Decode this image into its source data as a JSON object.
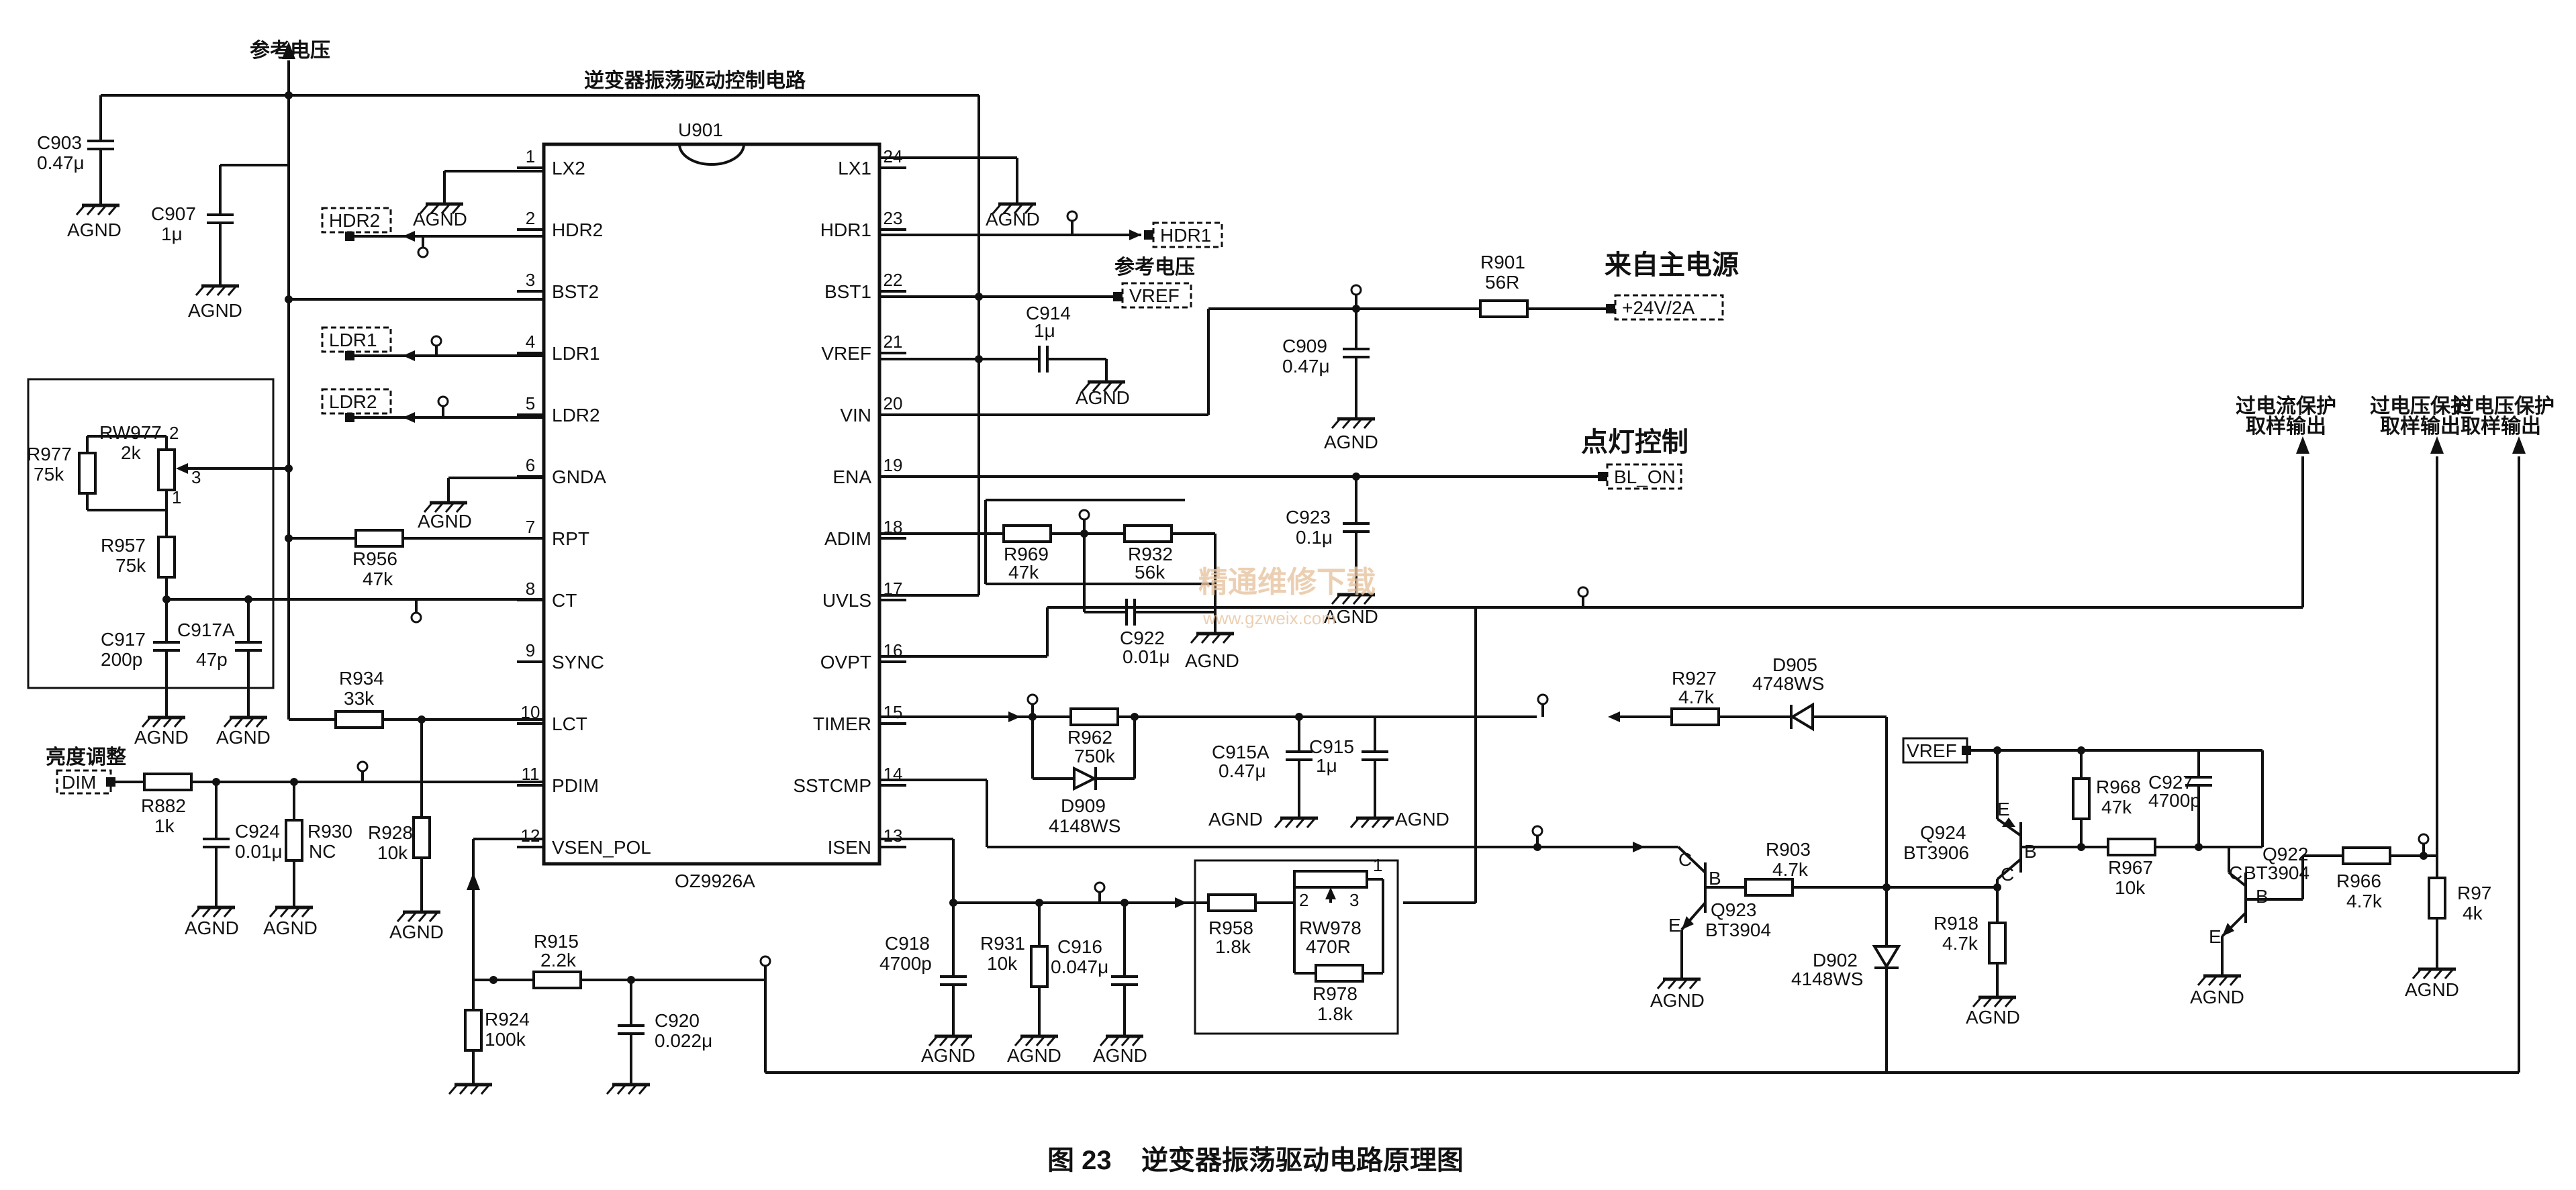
{
  "caption": "图 23    逆变器振荡驱动电路原理图",
  "header": {
    "ref_voltage": "参考电压",
    "circuit_title": "逆变器振荡驱动控制电路"
  },
  "chip": {
    "ref": "U901",
    "part": "OZ9926A",
    "left_pins": [
      {
        "n": "1",
        "name": "LX2"
      },
      {
        "n": "2",
        "name": "HDR2"
      },
      {
        "n": "3",
        "name": "BST2"
      },
      {
        "n": "4",
        "name": "LDR1"
      },
      {
        "n": "5",
        "name": "LDR2"
      },
      {
        "n": "6",
        "name": "GNDA"
      },
      {
        "n": "7",
        "name": "RPT"
      },
      {
        "n": "8",
        "name": "CT"
      },
      {
        "n": "9",
        "name": "SYNC"
      },
      {
        "n": "10",
        "name": "LCT"
      },
      {
        "n": "11",
        "name": "PDIM"
      },
      {
        "n": "12",
        "name": "VSEN_POL"
      }
    ],
    "right_pins": [
      {
        "n": "24",
        "name": "LX1"
      },
      {
        "n": "23",
        "name": "HDR1"
      },
      {
        "n": "22",
        "name": "BST1"
      },
      {
        "n": "21",
        "name": "VREF"
      },
      {
        "n": "20",
        "name": "VIN"
      },
      {
        "n": "19",
        "name": "ENA"
      },
      {
        "n": "18",
        "name": "ADIM"
      },
      {
        "n": "17",
        "name": "UVLS"
      },
      {
        "n": "16",
        "name": "OVPT"
      },
      {
        "n": "15",
        "name": "TIMER"
      },
      {
        "n": "14",
        "name": "SSTCMP"
      },
      {
        "n": "13",
        "name": "ISEN"
      }
    ]
  },
  "connectors": {
    "hdr2": "HDR2",
    "hdr1": "HDR1",
    "ldr1": "LDR1",
    "ldr2": "LDR2",
    "vref": "VREF",
    "vref2": "VREF",
    "power": "+24V/2A",
    "bl_on": "BL_ON",
    "dim": "DIM"
  },
  "notes": {
    "vref_label": "参考电压",
    "main_power": "来自主电源",
    "light_ctrl": "点灯控制",
    "brightness": "亮度调整",
    "ocp_1": "过电流保护",
    "ocp_2": "取样输出",
    "ovp1_1": "过电压保护",
    "ovp1_2": "取样输出",
    "ovp2_1": "过电压保护",
    "ovp2_2": "取样输出"
  },
  "agnd": "AGND",
  "components": {
    "c903": {
      "ref": "C903",
      "val": "0.47μ"
    },
    "c907": {
      "ref": "C907",
      "val": "1μ"
    },
    "r977": {
      "ref": "R977",
      "val": "75k"
    },
    "rw977": {
      "ref": "RW977",
      "val": "2k",
      "p1": "1",
      "p2": "2",
      "p3": "3"
    },
    "r957": {
      "ref": "R957",
      "val": "75k"
    },
    "r956": {
      "ref": "R956",
      "val": "47k"
    },
    "c917": {
      "ref": "C917",
      "val": "200p"
    },
    "c917a": {
      "ref": "C917A",
      "val": "47p"
    },
    "r934": {
      "ref": "R934",
      "val": "33k"
    },
    "r882": {
      "ref": "R882",
      "val": "1k"
    },
    "c924": {
      "ref": "C924",
      "val": "0.01μ"
    },
    "r930": {
      "ref": "R930",
      "val": "NC"
    },
    "r928": {
      "ref": "R928",
      "val": "10k"
    },
    "r915": {
      "ref": "R915",
      "val": "2.2k"
    },
    "r924": {
      "ref": "R924",
      "val": "100k"
    },
    "c920": {
      "ref": "C920",
      "val": "0.022μ"
    },
    "c914": {
      "ref": "C914",
      "val": "1μ"
    },
    "r901": {
      "ref": "R901",
      "val": "56R"
    },
    "c909": {
      "ref": "C909",
      "val": "0.47μ"
    },
    "c923": {
      "ref": "C923",
      "val": "0.1μ"
    },
    "r969": {
      "ref": "R969",
      "val": "47k"
    },
    "r932": {
      "ref": "R932",
      "val": "56k"
    },
    "c922": {
      "ref": "C922",
      "val": "0.01μ"
    },
    "r962": {
      "ref": "R962",
      "val": "750k"
    },
    "d909": {
      "ref": "D909",
      "val": "4148WS"
    },
    "c915a": {
      "ref": "C915A",
      "val": "0.47μ"
    },
    "c915": {
      "ref": "C915",
      "val": "1μ"
    },
    "r927": {
      "ref": "R927",
      "val": "4.7k"
    },
    "d905": {
      "ref": "D905",
      "val": "4748WS"
    },
    "c918": {
      "ref": "C918",
      "val": "4700p"
    },
    "r931": {
      "ref": "R931",
      "val": "10k"
    },
    "c916": {
      "ref": "C916",
      "val": "0.047μ"
    },
    "r958": {
      "ref": "R958",
      "val": "1.8k"
    },
    "rw978": {
      "ref": "RW978",
      "val": "470R",
      "p1": "1",
      "p2": "2",
      "p3": "3"
    },
    "r978": {
      "ref": "R978",
      "val": "1.8k"
    },
    "q923": {
      "ref": "Q923",
      "val": "BT3904",
      "c": "C",
      "b": "B",
      "e": "E"
    },
    "r903": {
      "ref": "R903",
      "val": "4.7k"
    },
    "d902": {
      "ref": "D902",
      "val": "4148WS"
    },
    "q924": {
      "ref": "Q924",
      "val": "BT3906",
      "c": "C",
      "b": "B",
      "e": "E"
    },
    "r918": {
      "ref": "R918",
      "val": "4.7k"
    },
    "r968": {
      "ref": "R968",
      "val": "47k"
    },
    "r967": {
      "ref": "R967",
      "val": "10k"
    },
    "c927": {
      "ref": "C927",
      "val": "4700p"
    },
    "q922": {
      "ref": "Q922",
      "val": "BT3904",
      "c": "C",
      "b": "B",
      "e": "E"
    },
    "r966": {
      "ref": "R966",
      "val": "4.7k"
    },
    "r97": {
      "ref": "R97",
      "val": "4k"
    }
  },
  "watermark": {
    "main": "精通维修下载",
    "url": "www.gzweix.com"
  }
}
